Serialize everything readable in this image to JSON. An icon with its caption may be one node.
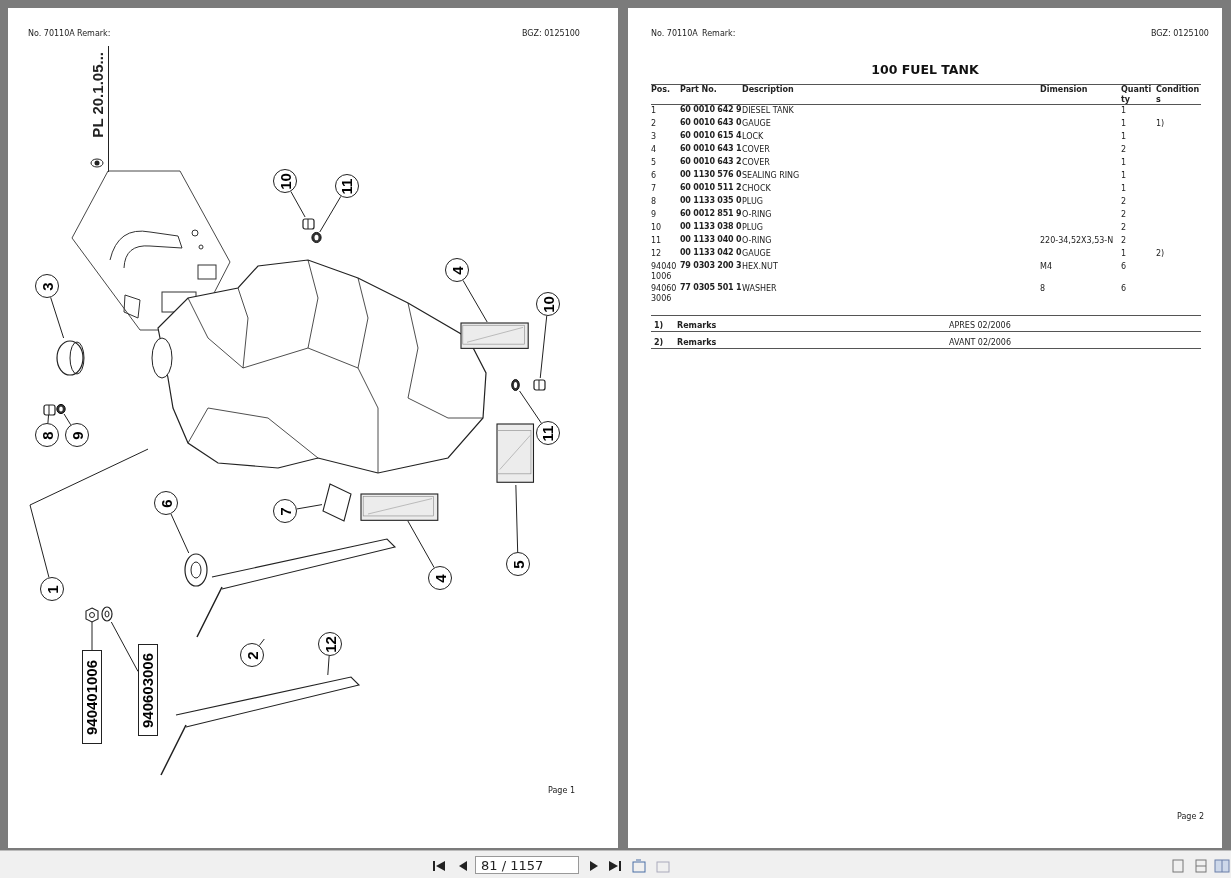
{
  "diagram": {
    "title": "100 FUEL TANK",
    "nodes": [
      {
        "text": [
          "10"
        ]
      },
      {
        "text": [
          "11"
        ]
      },
      {
        "text": [
          "3"
        ]
      },
      {
        "text": [
          "4"
        ]
      },
      {
        "text": [
          "10"
        ]
      },
      {
        "text": [
          "8"
        ]
      },
      {
        "text": [
          "9"
        ]
      },
      {
        "text": [
          "11"
        ]
      },
      {
        "text": [
          "6"
        ]
      },
      {
        "text": [
          "7"
        ]
      },
      {
        "text": [
          "1"
        ]
      },
      {
        "text": [
          "5"
        ]
      },
      {
        "text": [
          "4"
        ]
      },
      {
        "text": [
          "2"
        ]
      },
      {
        "text": [
          "12"
        ]
      },
      {
        "text": [
          "940401006"
        ]
      },
      {
        "text": [
          "940603006"
        ]
      },
      {
        "text": [],
        "shape": "picture"
      },
      {
        "text": [],
        "shape": "picture"
      },
      {
        "text": [],
        "shape": "picture"
      },
      {
        "text": [],
        "shape": "picture"
      },
      {
        "text": [],
        "shape": "picture"
      },
      {
        "text": [],
        "shape": "picture"
      },
      {
        "text": [],
        "shape": "picture"
      },
      {
        "text": [],
        "shape": "picture"
      },
      {
        "text": [],
        "shape": "picture"
      },
      {
        "text": [],
        "shape": "picture"
      },
      {
        "text": [],
        "shape": "picture"
      },
      {
        "text": [],
        "shape": "picture"
      },
      {
        "text": [],
        "shape": "picture"
      },
      {
        "text": [],
        "shape": "picture"
      },
      {
        "text": [],
        "shape": "picture"
      },
      {
        "text": [],
        "shape": "picture"
      },
      {
        "text": [],
        "shape": "picture"
      }
    ],
    "edges": [
      {
        "from": 0,
        "to": 19,
        "arrow": "none"
      },
      {
        "from": 1,
        "to": 20,
        "arrow": "none"
      },
      {
        "from": 2,
        "to": 18,
        "arrow": "none"
      },
      {
        "from": 3,
        "to": 21,
        "arrow": "none"
      },
      {
        "from": 4,
        "to": 22,
        "arrow": "none"
      },
      {
        "from": 5,
        "to": 24,
        "arrow": "none"
      },
      {
        "from": 6,
        "to": 25,
        "arrow": "none"
      },
      {
        "from": 7,
        "to": 23,
        "arrow": "none"
      },
      {
        "from": 8,
        "to": 26,
        "arrow": "none"
      },
      {
        "from": 9,
        "to": 27,
        "arrow": "none"
      },
      {
        "from": 10,
        "to": 17,
        "arrow": "none"
      },
      {
        "from": 11,
        "to": 28,
        "arrow": "none"
      },
      {
        "from": 12,
        "to": 29,
        "arrow": "none"
      },
      {
        "from": 13,
        "to": 30,
        "arrow": "none"
      },
      {
        "from": 14,
        "to": 31,
        "arrow": "none"
      },
      {
        "from": 15,
        "to": 32,
        "arrow": "none"
      },
      {
        "from": 16,
        "to": 33,
        "arrow": "none"
      }
    ],
    "labels": [
      "No. 70110A",
      "Remark:",
      "BGZ: 0125100",
      "PL 20.1.05...",
      "Page 1",
      "No. 70110A",
      "Remark:",
      "BGZ: 0125100",
      "Pos.",
      "Part No.",
      "Description",
      "Dimension",
      "Quantity",
      "Conditions",
      "1",
      "60 0010 642 9",
      "DIESEL TANK",
      "1",
      "2",
      "60 0010 643 0",
      "GAUGE",
      "1",
      "1)",
      "3",
      "60 0010 615 4",
      "LOCK",
      "1",
      "4",
      "60 0010 643 1",
      "COVER",
      "2",
      "5",
      "60 0010 643 2",
      "COVER",
      "1",
      "6",
      "00 1130 576 0",
      "SEALING RING",
      "1",
      "7",
      "60 0010 511 2",
      "CHOCK",
      "1",
      "8",
      "00 1133 035 0",
      "PLUG",
      "2",
      "9",
      "60 0012 851 9",
      "O-RING",
      "2",
      "10",
      "00 1133 038 0",
      "PLUG",
      "2",
      "11",
      "00 1133 040 0",
      "O-RING",
      "220-34,52X3,53-N",
      "2",
      "12",
      "00 1133 042 0",
      "GAUGE",
      "1",
      "2)",
      "940401006",
      "79 0303 200 3",
      "HEX.NUT",
      "M4",
      "6",
      "940603006",
      "77 0305 501 1",
      "WASHER",
      "8",
      "6",
      "1)",
      "Remarks",
      "APRES 02/2006",
      "2)",
      "Remarks",
      "AVANT 02/2006",
      "Page 2",
      "81 / 1157"
    ]
  }
}
